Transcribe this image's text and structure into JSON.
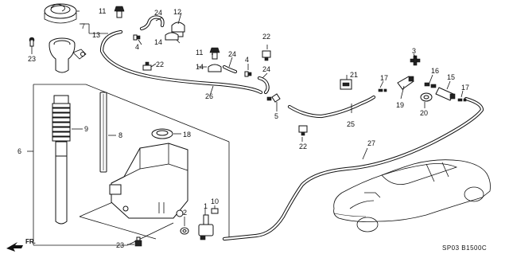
{
  "callouts": {
    "c1": "1",
    "c2": "2",
    "c3": "3",
    "c4a": "4",
    "c4b": "4",
    "c5": "5",
    "c6": "6",
    "c7": "7",
    "c8": "8",
    "c9": "9",
    "c10": "10",
    "c11a": "11",
    "c11b": "11",
    "c12": "12",
    "c13": "13",
    "c14a": "14",
    "c14b": "14",
    "c15": "15",
    "c16": "16",
    "c17a": "17",
    "c17b": "17",
    "c18": "18",
    "c19": "19",
    "c20": "20",
    "c21": "21",
    "c22a": "22",
    "c22b": "22",
    "c22c": "22",
    "c23a": "23",
    "c23b": "23",
    "c24a": "24",
    "c24b": "24",
    "c24c": "24",
    "c25": "25",
    "c26": "26",
    "c27": "27"
  },
  "diagram_code": "SP03 B1500C",
  "direction_label": "FR."
}
